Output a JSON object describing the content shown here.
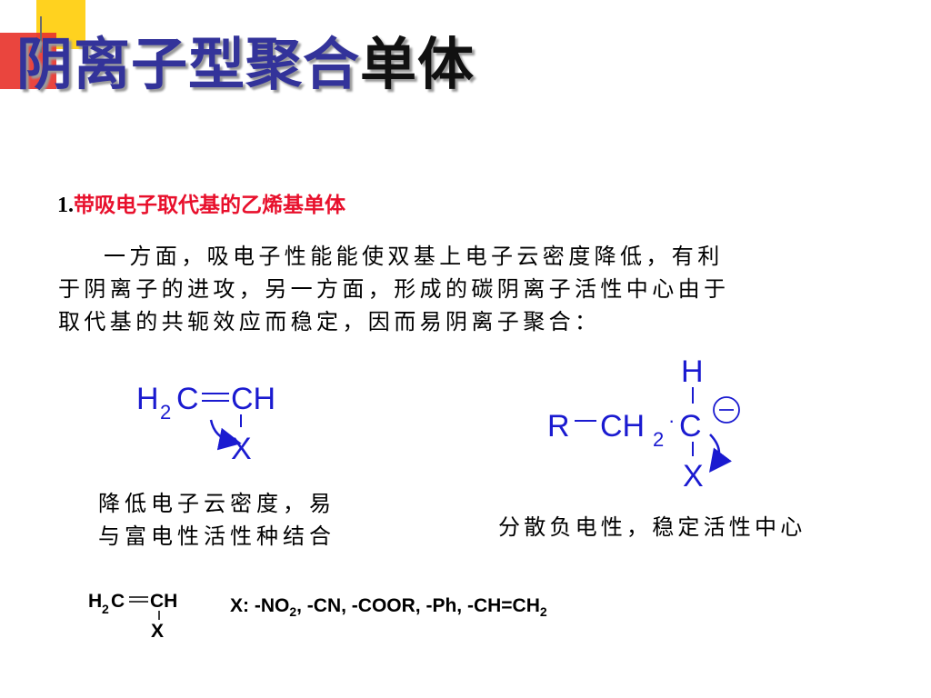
{
  "title": {
    "part1": "阴离子型聚合",
    "part2": "单体"
  },
  "section": {
    "number": "1.",
    "heading": "带吸电子取代基的乙烯基单体"
  },
  "paragraph": {
    "lines": [
      "一方面，吸电子性能能使双基上电子云密度降低，有利",
      "于阴离子的进攻，另一方面，形成的碳阴离子活性中心由于",
      "取代基的共轭效应而稳定，因而易阴离子聚合："
    ]
  },
  "formula_left": {
    "h": "H",
    "h_sub": "2",
    "c": "C",
    "eq": "=",
    "ch": "CH",
    "x": "X"
  },
  "formula_right": {
    "r": "R",
    "dash": "—",
    "ch": "CH",
    "ch_sub": "2",
    "dot": "·",
    "c": "C",
    "h": "H",
    "x": "X",
    "charge": "—"
  },
  "captions": {
    "left_lines": [
      "降低电子云密度，易",
      "与富电性活性种结合"
    ],
    "right": "分散负电性，稳定活性中心"
  },
  "small_formula": {
    "h": "H",
    "h_sub": "2",
    "c": "C",
    "eq": "=",
    "ch": "CH",
    "x": "X"
  },
  "x_list": {
    "prefix": "X: -NO",
    "sub1": "2",
    "middle": ", -CN, -COOR, -Ph, -CH=CH",
    "sub2": "2"
  },
  "colors": {
    "title_blue": "#33339a",
    "heading_red": "#e8102c",
    "chem_blue": "#1a1ad0",
    "deco_yellow": "#ffd21f",
    "deco_red": "#e8352e"
  }
}
